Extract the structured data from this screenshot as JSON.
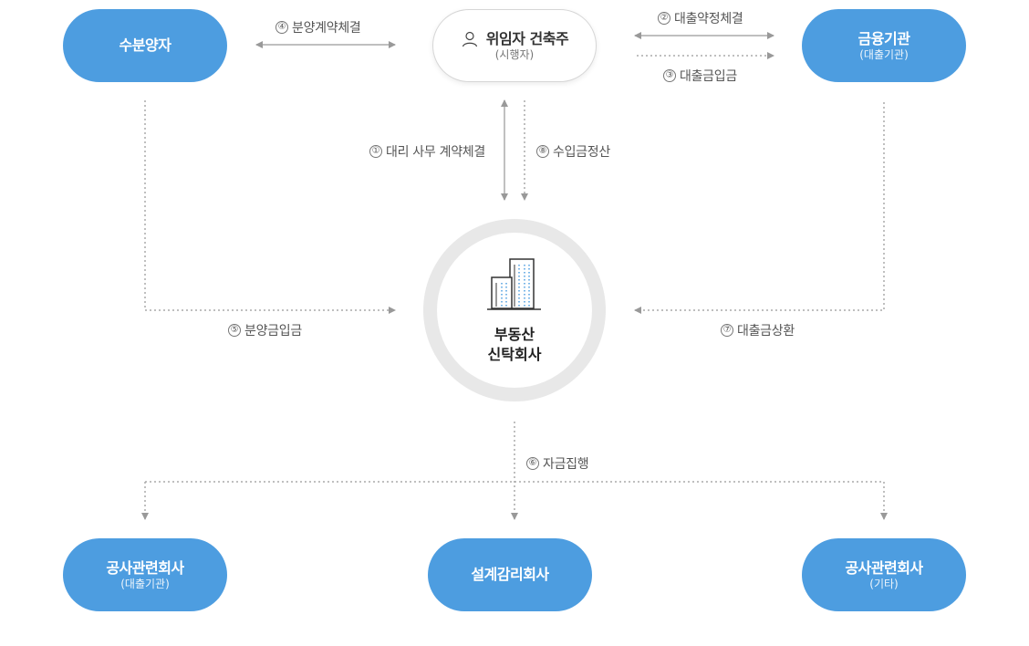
{
  "nodes": {
    "buyer": {
      "title": "수분양자"
    },
    "trustor": {
      "title": "위임자 건축주",
      "subtitle": "(시행자)"
    },
    "finance": {
      "title": "금융기관",
      "subtitle": "(대출기관)"
    },
    "trust": {
      "title_line1": "부동산",
      "title_line2": "신탁회사"
    },
    "construction_loan": {
      "title": "공사관련회사",
      "subtitle": "(대출기관)"
    },
    "design": {
      "title": "설계감리회사"
    },
    "construction_other": {
      "title": "공사관련회사",
      "subtitle": "(기타)"
    }
  },
  "edges": [
    {
      "num": "④",
      "label": "분양계약체결"
    },
    {
      "num": "②",
      "label": "대출약정체결"
    },
    {
      "num": "③",
      "label": "대출금입금"
    },
    {
      "num": "①",
      "label": "대리 사무 계약체결"
    },
    {
      "num": "⑧",
      "label": "수입금정산"
    },
    {
      "num": "⑤",
      "label": "분양금입금"
    },
    {
      "num": "⑦",
      "label": "대출금상환"
    },
    {
      "num": "⑥",
      "label": "자금집행"
    }
  ],
  "colors": {
    "node_blue": "#4d9de0",
    "line_gray": "#aaaaaa",
    "circle_ring": "#e8e8e8"
  },
  "icons": {
    "trustor": "person-icon",
    "trust": "building-icon"
  }
}
